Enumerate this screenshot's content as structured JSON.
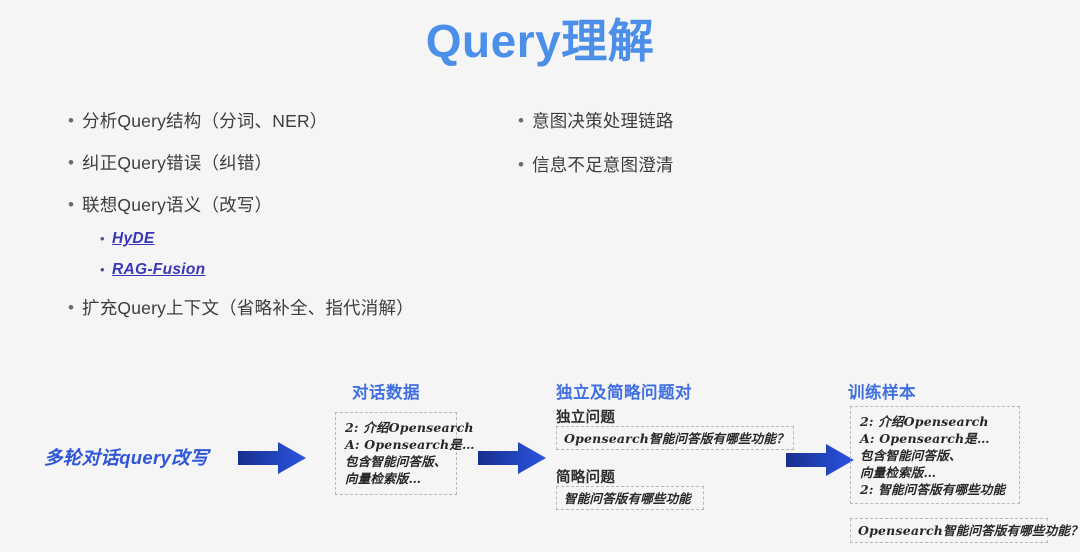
{
  "slide": {
    "background_color": "#f5f5f6",
    "title": "Query理解",
    "title_color": "#4b8fe8"
  },
  "bullets": {
    "left_column": [
      {
        "text": "分析Query结构（分词、NER）"
      },
      {
        "text": "纠正Query错误（纠错）"
      },
      {
        "text": "联想Query语义（改写）",
        "sub_items": [
          {
            "label": "HyDE",
            "style": "link"
          },
          {
            "label": "RAG-Fusion",
            "style": "link"
          }
        ]
      },
      {
        "text": "扩充Query上下文（省略补全、指代消解）"
      }
    ],
    "right_column": [
      {
        "text": "意图决策处理链路"
      },
      {
        "text": "信息不足意图澄清"
      }
    ],
    "link_color": "#3a36b8"
  },
  "flow": {
    "input_label": "多轮对话query改写",
    "input_label_color": "#2f56d8",
    "arrow_color_start": "#1f3fa8",
    "arrow_color_end": "#2f56d8",
    "stages": [
      {
        "header": "对话数据",
        "boxes": [
          {
            "lines": [
              "2: 介绍Opensearch",
              "A: Opensearch是…",
              "包含智能问答版、",
              "向量检索版…"
            ]
          }
        ]
      },
      {
        "header": "独立及简略问题对",
        "sub_header_1": "独立问题",
        "sub_header_2": "简略问题",
        "boxes": [
          {
            "lines": [
              "Opensearch智能问答版有哪些功能？"
            ]
          },
          {
            "lines": [
              "智能问答版有哪些功能"
            ]
          }
        ]
      },
      {
        "header": "训练样本",
        "boxes": [
          {
            "lines": [
              "2: 介绍Opensearch",
              "A: Opensearch是…",
              "包含智能问答版、",
              "向量检索版…",
              "2: 智能问答版有哪些功能"
            ]
          },
          {
            "lines": [
              "Opensearch智能问答版有哪些功能？"
            ]
          }
        ]
      }
    ]
  }
}
